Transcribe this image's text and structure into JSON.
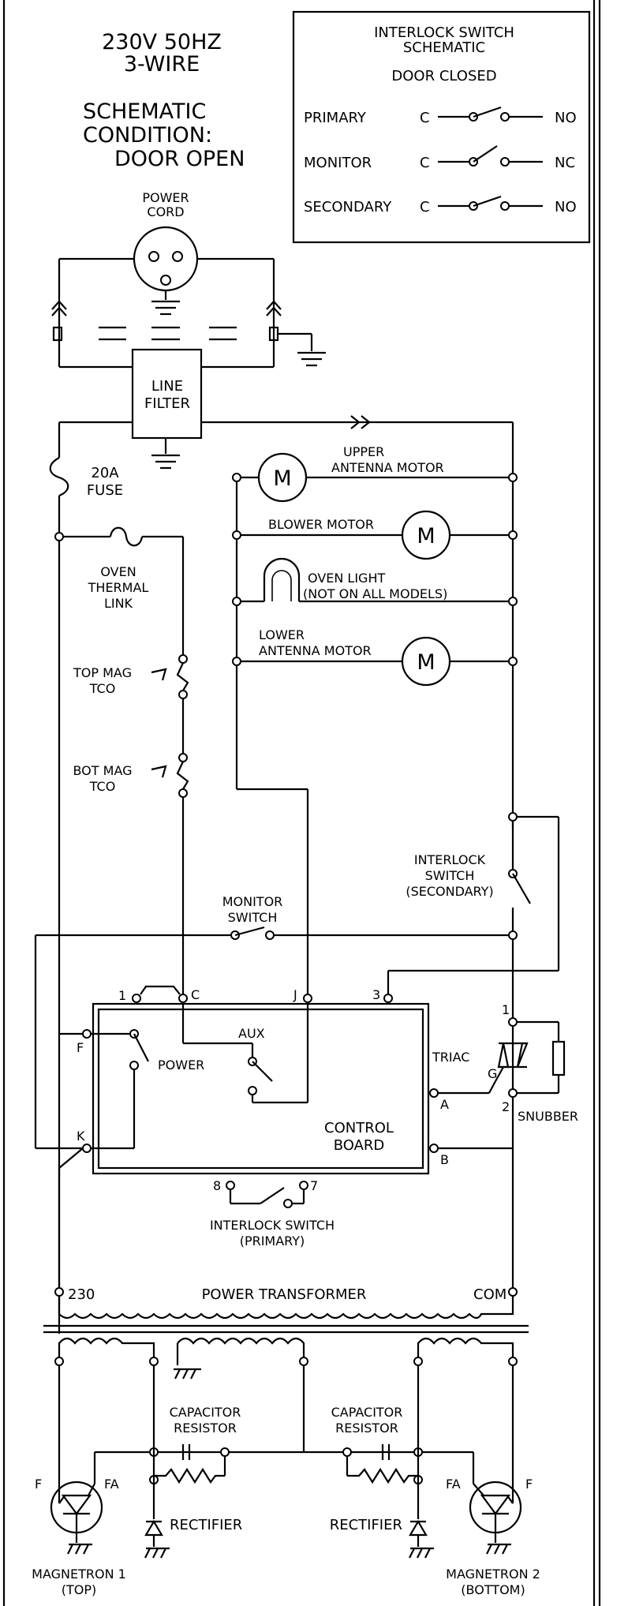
{
  "supply": {
    "line1": "230V 50HZ",
    "line2": "3-WIRE"
  },
  "condition": {
    "line1": "SCHEMATIC",
    "line2": "CONDITION:",
    "line3": "DOOR OPEN"
  },
  "legend": {
    "title1": "INTERLOCK SWITCH",
    "title2": "SCHEMATIC",
    "subtitle": "DOOR CLOSED",
    "rows": [
      {
        "name": "PRIMARY",
        "common": "C",
        "state": "NO"
      },
      {
        "name": "MONITOR",
        "common": "C",
        "state": "NC"
      },
      {
        "name": "SECONDARY",
        "common": "C",
        "state": "NO"
      }
    ]
  },
  "labels": {
    "power_cord": [
      "POWER",
      "CORD"
    ],
    "line_filter": [
      "LINE",
      "FILTER"
    ],
    "fuse": [
      "20A",
      "FUSE"
    ],
    "thermal_link": [
      "OVEN",
      "THERMAL",
      "LINK"
    ],
    "top_mag_tco": [
      "TOP MAG",
      "TCO"
    ],
    "bot_mag_tco": [
      "BOT MAG",
      "TCO"
    ],
    "upper_antenna": [
      "UPPER",
      "ANTENNA MOTOR"
    ],
    "blower_motor": "BLOWER MOTOR",
    "oven_light": [
      "OVEN LIGHT",
      "(NOT ON ALL MODELS)"
    ],
    "lower_antenna": [
      "LOWER",
      "ANTENNA MOTOR"
    ],
    "motor_symbol": "M",
    "interlock_secondary": [
      "INTERLOCK",
      "SWITCH",
      "(SECONDARY)"
    ],
    "monitor_switch": [
      "MONITOR",
      "SWITCH"
    ],
    "control_board": [
      "CONTROL",
      "BOARD"
    ],
    "power": "POWER",
    "aux": "AUX",
    "triac": "TRIAC",
    "snubber": "SNUBBER",
    "interlock_primary": [
      "INTERLOCK SWITCH",
      "(PRIMARY)"
    ],
    "transformer": "POWER TRANSFORMER",
    "tap_230": "230",
    "tap_com": "COM",
    "capacitor_resistor": [
      "CAPACITOR",
      "RESISTOR"
    ],
    "rectifier": "RECTIFIER",
    "magnetron1": [
      "MAGNETRON 1",
      "(TOP)"
    ],
    "magnetron2": [
      "MAGNETRON 2",
      "(BOTTOM)"
    ],
    "filament_f": "F",
    "filament_fa": "FA"
  },
  "terminals": {
    "t1": "1",
    "tC": "C",
    "tJ": "J",
    "t3": "3",
    "tF": "F",
    "tK": "K",
    "tA": "A",
    "tB": "B",
    "tG": "G",
    "t8": "8",
    "t7": "7",
    "triac1": "1",
    "triac2": "2"
  }
}
